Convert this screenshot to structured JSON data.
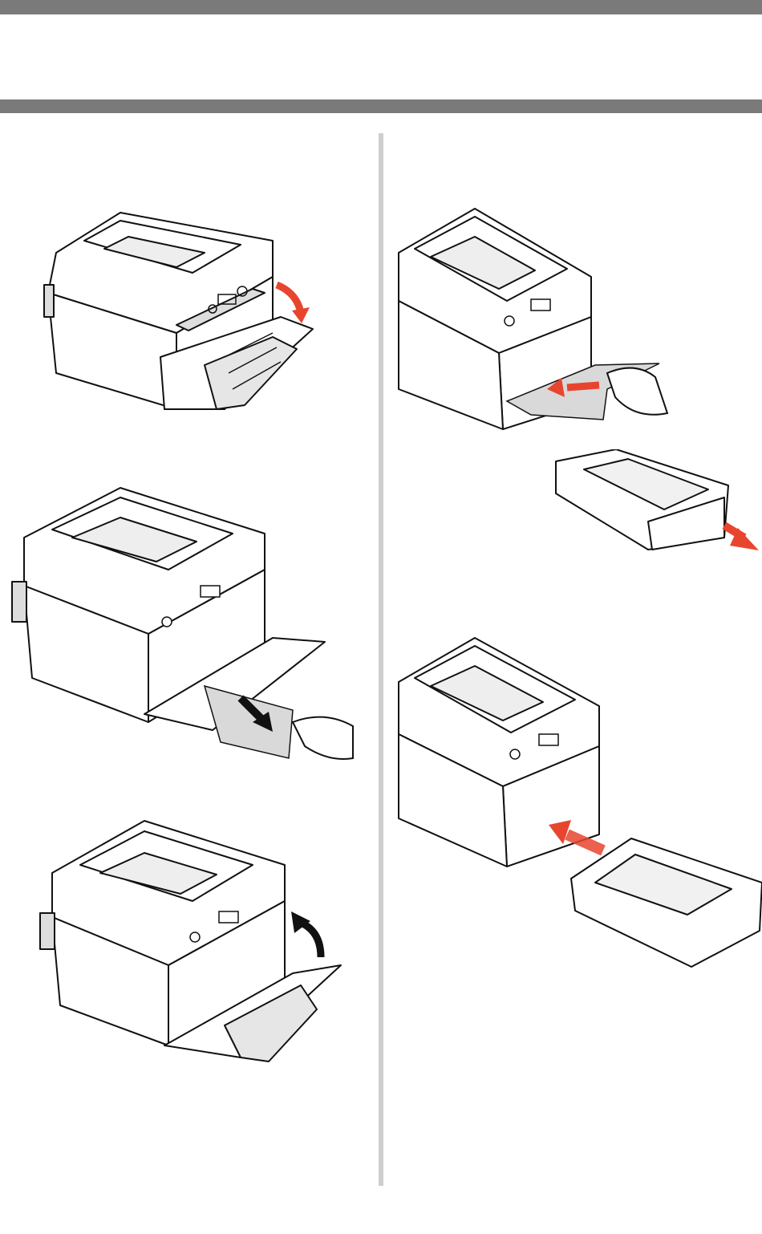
{
  "page": {
    "header_text": "",
    "figures": [
      {
        "id": "open-multipurpose-tray",
        "icon": "printer-illustration",
        "arrow": "red-arrow-down"
      },
      {
        "id": "remove-jammed-paper-front",
        "icon": "printer-illustration",
        "arrow": "black-arrow-down"
      },
      {
        "id": "close-front-tray",
        "icon": "printer-illustration",
        "arrow": "black-arrow-up"
      },
      {
        "id": "pull-paper-from-tray-slot",
        "icon": "printer-illustration",
        "arrow": "red-arrow-left"
      },
      {
        "id": "remove-paper-tray",
        "icon": "paper-tray-illustration",
        "arrow": "red-arrow-down-right"
      },
      {
        "id": "insert-paper-tray",
        "icon": "printer-illustration",
        "arrow": "red-arrow-up-left"
      }
    ],
    "colors": {
      "header_bar": "#7a7a7a",
      "divider": "#cfcfcf",
      "arrow_red": "#e8452f",
      "arrow_black": "#111111",
      "paper": "#d9d9d9"
    }
  }
}
